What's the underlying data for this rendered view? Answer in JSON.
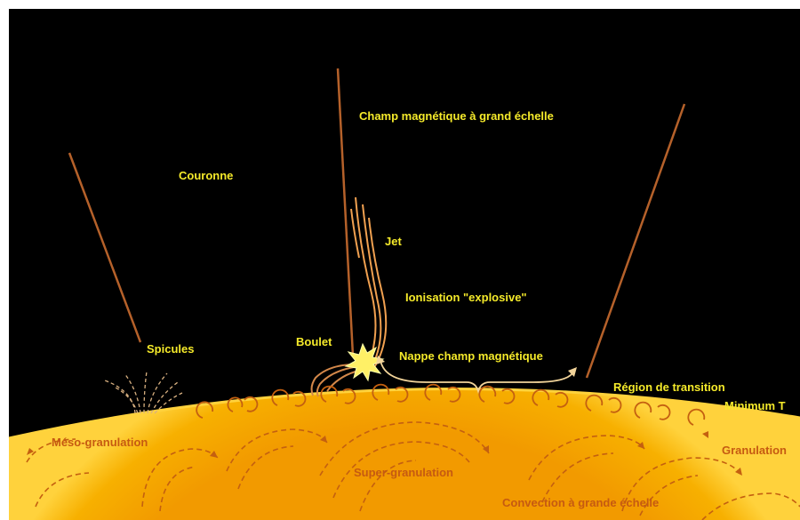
{
  "labels": {
    "champ_magnetique": "Champ magnétique à grand échelle",
    "couronne": "Couronne",
    "jet": "Jet",
    "ionisation": "Ionisation \"explosive\"",
    "spicules": "Spicules",
    "boulet": "Boulet",
    "nappe": "Nappe champ magnétique",
    "region_transition": "Région de transition",
    "minimum_t": "Minimum T",
    "meso_granulation": "Méso-granulation",
    "granulation": "Granulation",
    "super_granulation": "Super-granulation",
    "convection": "Convection à grande échelle"
  },
  "colors": {
    "sky": "#000000",
    "sun_surface": "#f5a800",
    "sun_edge": "#ffd23c",
    "field_lines": "#b5612a",
    "label_yellow": "#f5ea2a",
    "label_orange": "#c65a11",
    "jet": "#f0a050"
  }
}
